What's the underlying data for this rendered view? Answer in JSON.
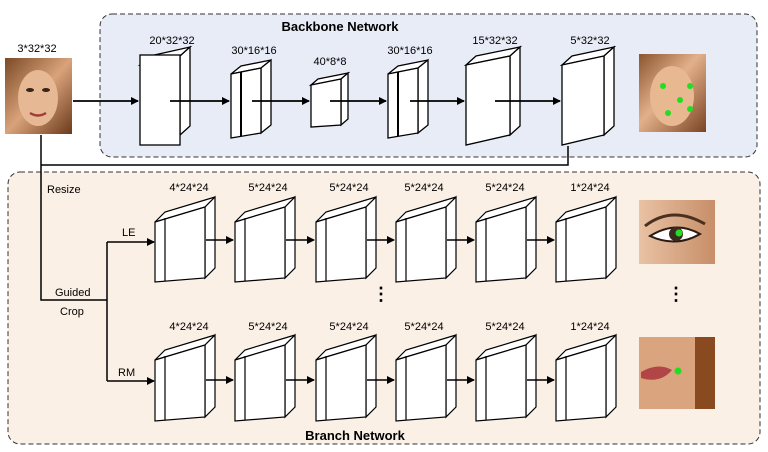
{
  "input_label": "3*32*32",
  "backbone": {
    "title": "Backbone Network",
    "layers": [
      "20*32*32",
      "30*16*16",
      "40*8*8",
      "30*16*16",
      "15*32*32",
      "5*32*32"
    ]
  },
  "branch": {
    "title": "Branch Network",
    "le_layers": [
      "4*24*24",
      "5*24*24",
      "5*24*24",
      "5*24*24",
      "5*24*24",
      "1*24*24"
    ],
    "rm_layers": [
      "4*24*24",
      "5*24*24",
      "5*24*24",
      "5*24*24",
      "5*24*24",
      "1*24*24"
    ]
  },
  "labels": {
    "resize": "Resize",
    "guided": "Guided",
    "crop": "Crop",
    "le": "LE",
    "rm": "RM",
    "ellipsis": "⋮"
  },
  "colors": {
    "backbone_bg": "#e8ecf7",
    "branch_bg": "#fbf0e6",
    "landmark": "#22dd22"
  }
}
